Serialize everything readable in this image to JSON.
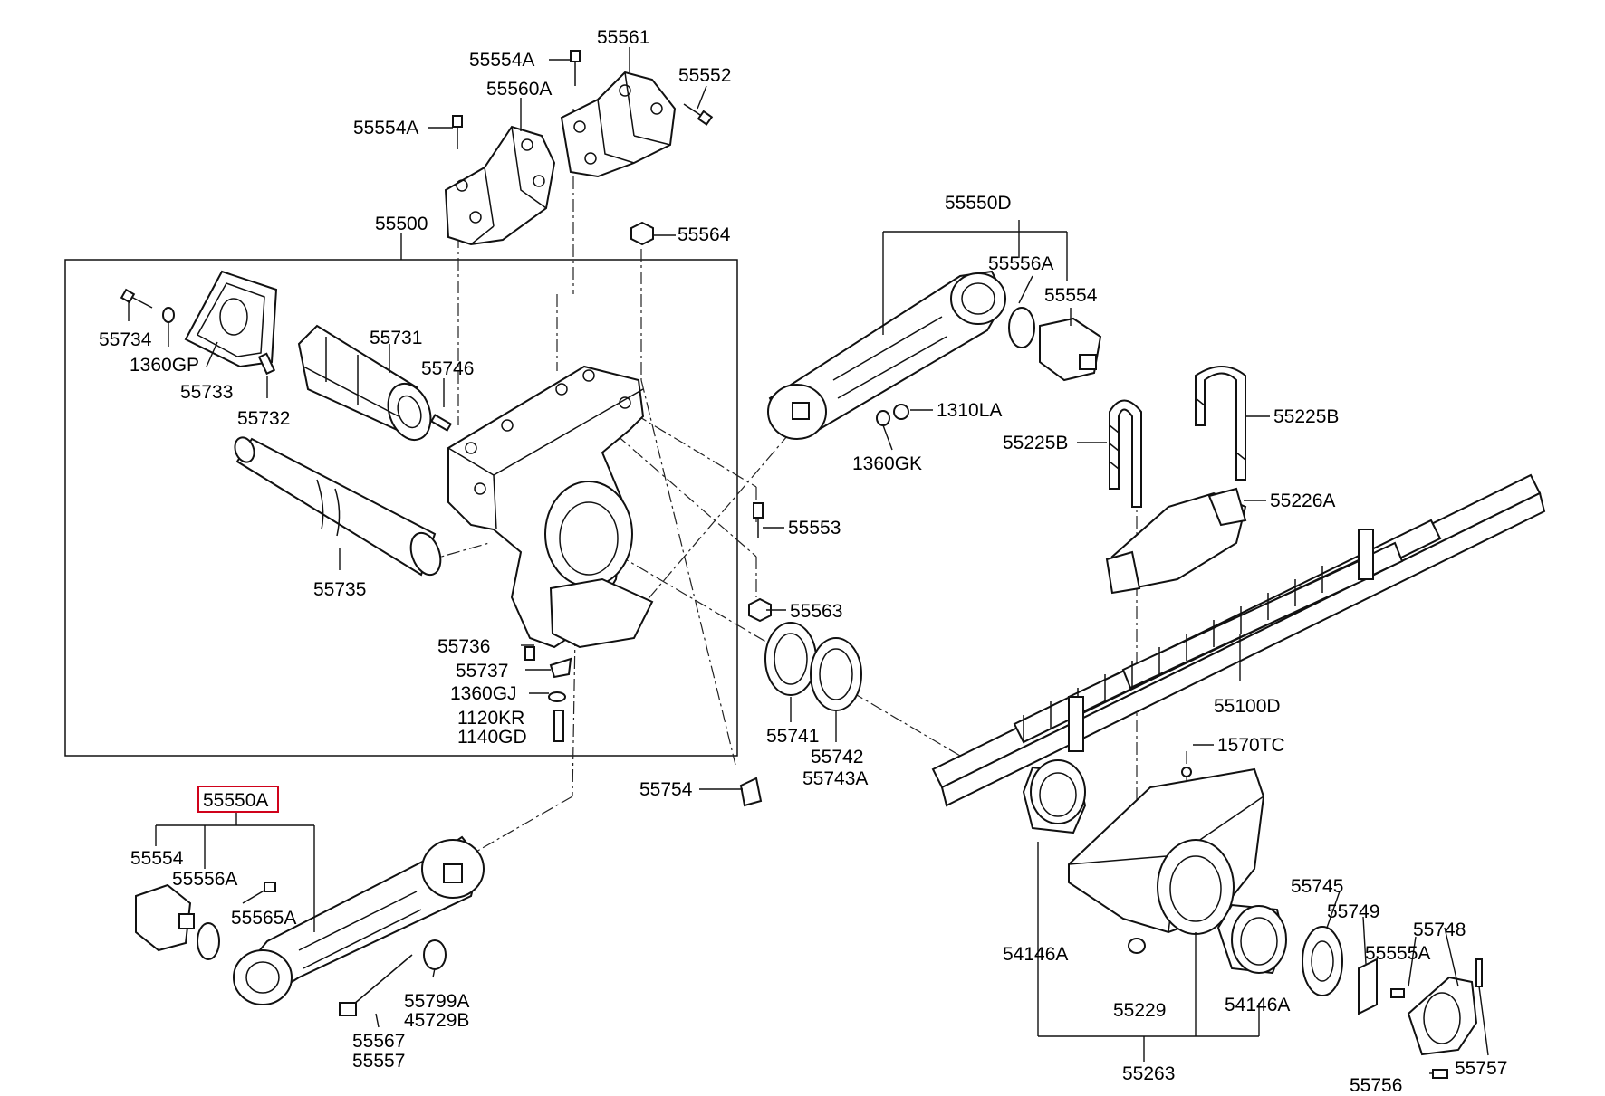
{
  "labels": {
    "l55554A_top": "55554A",
    "l55561": "55561",
    "l55552": "55552",
    "l55560A": "55560A",
    "l55554A_mid": "55554A",
    "l55500": "55500",
    "l55564": "55564",
    "l55550D": "55550D",
    "l55556A_r": "55556A",
    "l55554_r": "55554",
    "l55734": "55734",
    "l1360GP": "1360GP",
    "l55733": "55733",
    "l55731": "55731",
    "l55746": "55746",
    "l55732": "55732",
    "l1310LA": "1310LA",
    "l55225B_r": "55225B",
    "l55225B_l": "55225B",
    "l1360GK": "1360GK",
    "l55226A": "55226A",
    "l55553": "55553",
    "l55735": "55735",
    "l55563": "55563",
    "l55736": "55736",
    "l55737": "55737",
    "l1360GJ": "1360GJ",
    "l55100D": "55100D",
    "l1120KR": "1120KR",
    "l1140GD": "1140GD",
    "l55741": "55741",
    "l55742": "55742",
    "l55743A": "55743A",
    "l1570TC": "1570TC",
    "l55754": "55754",
    "l55550A": "55550A",
    "l55554_l": "55554",
    "l55556A_l": "55556A",
    "l55565A": "55565A",
    "l55745": "55745",
    "l55749": "55749",
    "l55748": "55748",
    "l55555A": "55555A",
    "l54146A_l": "54146A",
    "l55799A": "55799A",
    "l45729B": "45729B",
    "l55229": "55229",
    "l54146A_r": "54146A",
    "l55567": "55567",
    "l55557": "55557",
    "l55757": "55757",
    "l55263": "55263",
    "l55756": "55756"
  },
  "colors": {
    "line": "#111111",
    "highlight": "#d0021b",
    "background": "#ffffff"
  }
}
